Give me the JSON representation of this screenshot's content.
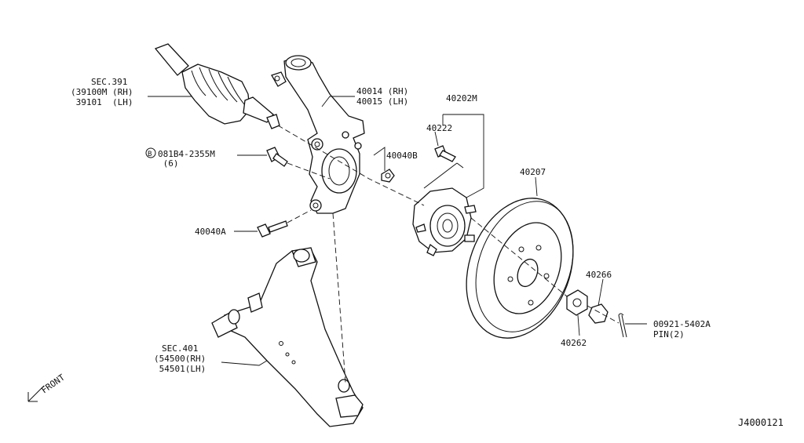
{
  "callouts": {
    "sec391": [
      "SEC.391",
      "(39100M (RH)",
      " 39101  (LH)"
    ],
    "knuckle": [
      "40014 (RH)",
      "40015 (LH)"
    ],
    "bolt_b": [
      "081B4-2355M",
      " (6)"
    ],
    "bolt_b_marker": "B",
    "hub_group": "40202M",
    "hub_bolt": "40222",
    "nut_40040b": "40040B",
    "bolt_40040a": "40040A",
    "rotor": "40207",
    "retainer": "40266",
    "nut_40262": "40262",
    "pin": [
      "00921-5402A",
      "PIN(2)"
    ],
    "sec401": [
      "SEC.401",
      "(54500(RH)",
      " 54501(LH)"
    ]
  },
  "front_label": "FRONT",
  "diagram_id": "J4000121",
  "colors": {
    "ink": "#111111",
    "background": "#ffffff"
  }
}
